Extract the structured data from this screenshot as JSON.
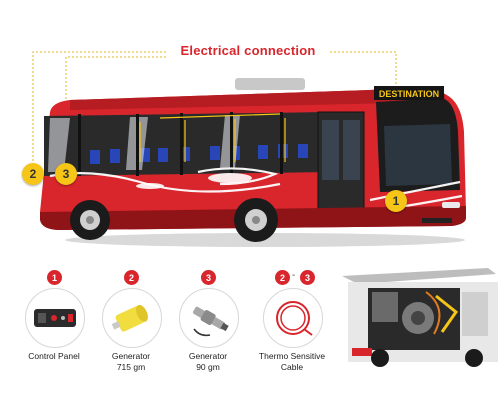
{
  "title": "Electrical connection",
  "bus_sign": "DESTINATION",
  "markers": [
    {
      "label": "2"
    },
    {
      "label": "3"
    },
    {
      "label": "1"
    }
  ],
  "components": [
    {
      "badges": [
        "1"
      ],
      "name": "Control Panel",
      "detail": ""
    },
    {
      "badges": [
        "2"
      ],
      "name": "Generator",
      "detail": "715 gm"
    },
    {
      "badges": [
        "3"
      ],
      "name": "Generator",
      "detail": "90 gm"
    },
    {
      "badges": [
        "2",
        "3"
      ],
      "badge_separator": "-",
      "name": "Thermo Sensitive",
      "detail": "Cable"
    }
  ],
  "colors": {
    "accent_red": "#d8262c",
    "marker_yellow": "#f5c518",
    "connector_line": "#e6c34a",
    "bus_body": "#d8262c",
    "bus_dark": "#1f1f1f"
  },
  "icons": [
    "control-panel-icon",
    "generator-715-icon",
    "generator-90-icon",
    "thermo-cable-icon",
    "engine-compartment-image"
  ]
}
